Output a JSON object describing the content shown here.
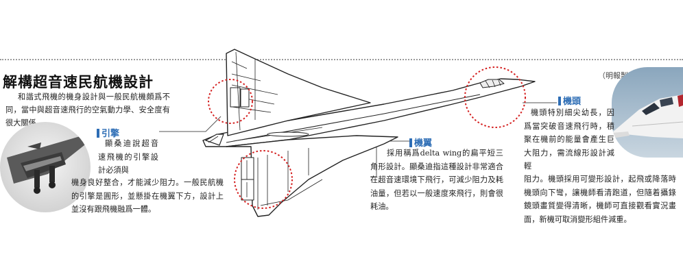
{
  "title": "解構超音速民航機設計",
  "credit": "（明報製圖／網上圖片）",
  "intro": "和諧式飛機的機身設計與一般民航機頗爲不同，當中與超音速飛行的空氣動力學、安全度有很大關係。",
  "engine": {
    "heading": "引擎",
    "text_part1": "顯桑迪說超音速飛機的引擎設計必須與",
    "text_part2": "機身良好整合，才能減少阻力。一般民航機的引擎是圓形，並懸掛在機翼下方，設計上並沒有跟飛機融爲一體。"
  },
  "wing": {
    "heading": "機翼",
    "text": "採用稱爲delta wing的扁平短三角形設計。顯桑迪指這種設計非常適合在超音速環境下飛行，可減少阻力及耗油量，但若以一般速度來飛行，則會很耗油。"
  },
  "nose": {
    "heading": "機頭",
    "text_part1": "機頭特別細尖幼長，因爲當突破音速飛行時，積聚在機前的能量會產生巨大阻力，需流線形設計減輕",
    "text_part2": "阻力。機頭採用可變形設計，起飛或降落時機頭向下彎，讓機師看清跑道，但隨着攝錄鏡頭畫質變得清晰，機師可直接觀看實況畫面，新機可取消變形組件減重。"
  },
  "colors": {
    "heading_blue": "#2d6db5",
    "callout_red": "#d42020",
    "leader_grey": "#555555"
  }
}
